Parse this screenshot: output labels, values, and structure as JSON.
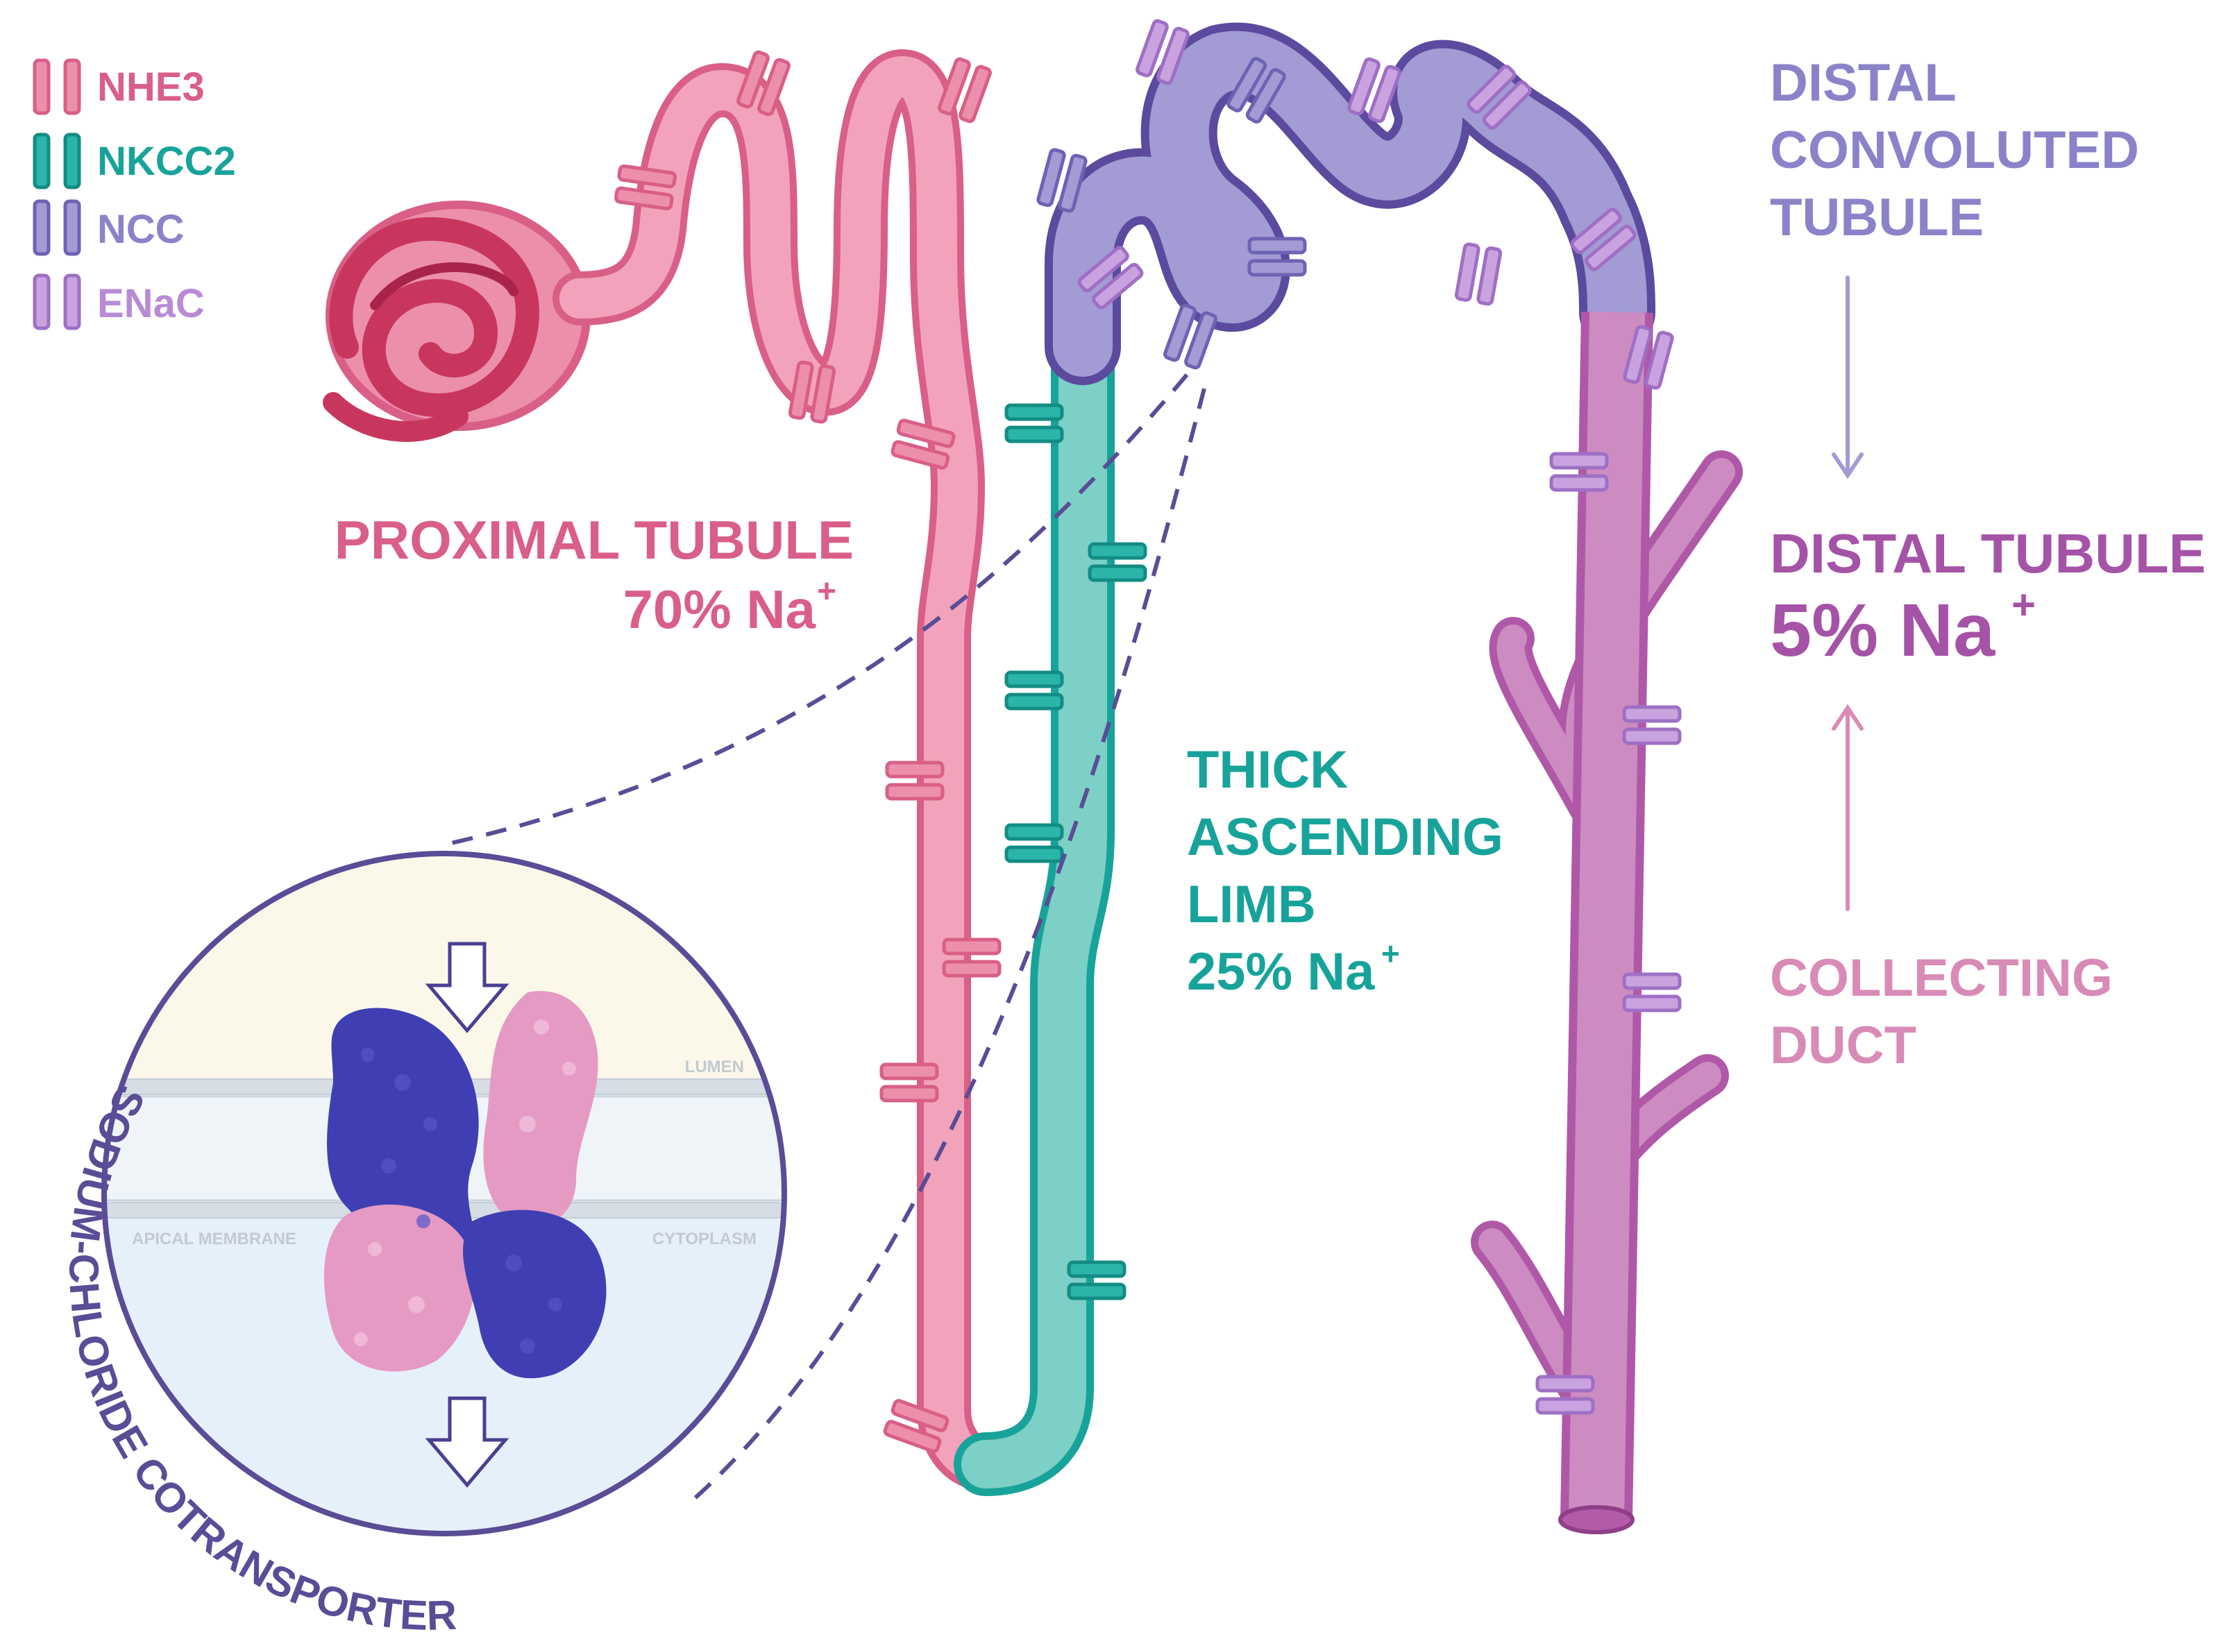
{
  "colors": {
    "nhe3": "#d95f86",
    "nhe3_fill": "#ec8fab",
    "nkcc2": "#18a39a",
    "nkcc2_fill": "#78ccc2",
    "ncc": "#8a83c9",
    "ncc_fill": "#a29bd4",
    "enac": "#b98bd6",
    "enac_fill": "#c9a3df",
    "duct": "#b058a8",
    "duct_fill": "#cc8cc2",
    "outline": "#5b4a9e",
    "glom": "#c8365e",
    "dashed": "#5a4c96",
    "lumen_bg": "#fbf8ea",
    "cyto_bg": "#e6f0fa",
    "protein_blue": "#3f3fb3",
    "protein_pink": "#e59ac4"
  },
  "legend": {
    "items": [
      {
        "label": "NHE3",
        "icon": "nhe3-transporter-icon"
      },
      {
        "label": "NKCC2",
        "icon": "nkcc2-transporter-icon"
      },
      {
        "label": "NCC",
        "icon": "ncc-transporter-icon"
      },
      {
        "label": "ENaC",
        "icon": "enac-transporter-icon"
      }
    ]
  },
  "labels": {
    "proximal_title": "PROXIMAL TUBULE",
    "proximal_pct": "70% Na",
    "tal_line1": "THICK",
    "tal_line2": "ASCENDING",
    "tal_line3": "LIMB",
    "tal_pct": "25% Na",
    "dct_line1": "DISTAL",
    "dct_line2": "CONVOLUTED",
    "dct_line3": "TUBULE",
    "distal_title": "DISTAL TUBULE",
    "distal_pct": "5% Na",
    "cd_line1": "COLLECTING",
    "cd_line2": "DUCT",
    "plus": "+"
  },
  "inset": {
    "title": "SODIUM-CHLORIDE COTRANSPORTER",
    "lumen": "LUMEN",
    "apical_membrane": "APICAL MEMBRANE",
    "cytoplasm": "CYTOPLASM"
  }
}
